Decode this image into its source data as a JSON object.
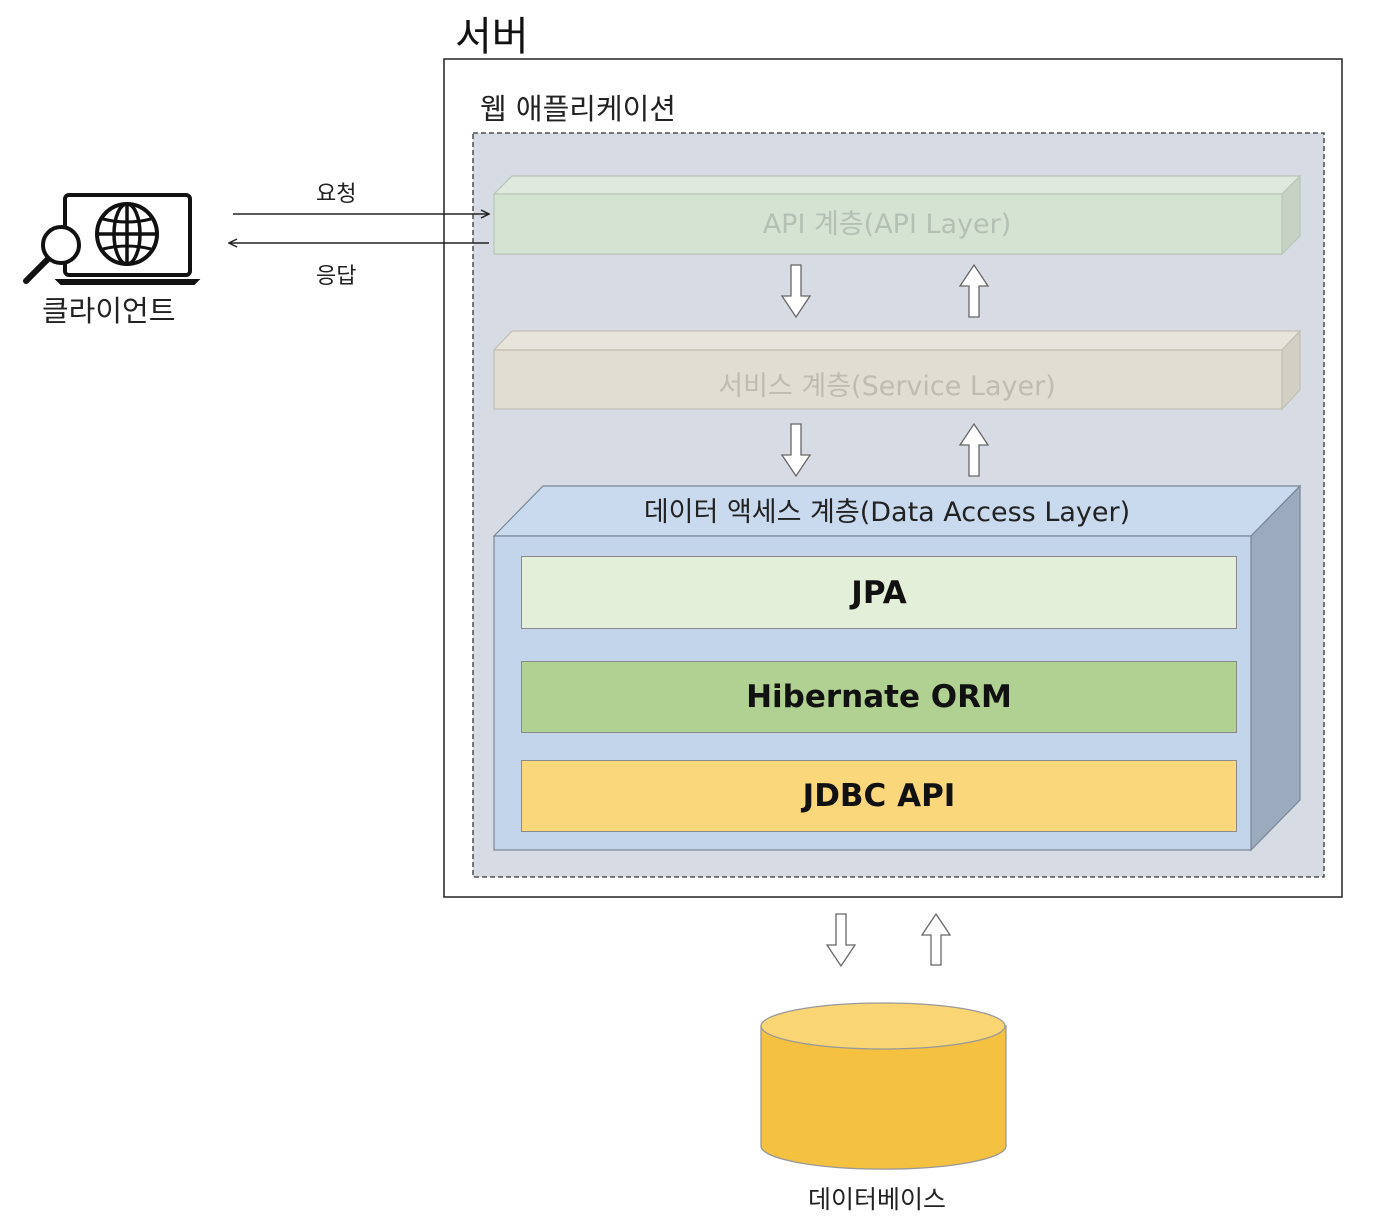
{
  "server": {
    "title": "서버"
  },
  "web_app": {
    "title": "웹 애플리케이션"
  },
  "client": {
    "label": "클라이언트",
    "icon": "laptop-globe-search-icon"
  },
  "flows": {
    "request": "요청",
    "response": "응답"
  },
  "layers": {
    "api": "API 계층(API Layer)",
    "service": "서비스 계층(Service Layer)",
    "data_access": "데이터 액세스 계층(Data Access Layer)"
  },
  "stack": {
    "jpa": "JPA",
    "hibernate": "Hibernate ORM",
    "jdbc": "JDBC API"
  },
  "database": {
    "label": "데이터베이스"
  },
  "colors": {
    "webapp_fill": "#d6dbe4",
    "api_fill": "#d5e3d3",
    "service_fill": "#e0ddd3",
    "dal_front": "#c2d5ea",
    "dal_side": "#9babbd",
    "jpa_fill": "#e3efd9",
    "hibernate_fill": "#b0d192",
    "jdbc_fill": "#fad77a",
    "db_body": "#f4c141",
    "db_top": "#f9d673"
  }
}
